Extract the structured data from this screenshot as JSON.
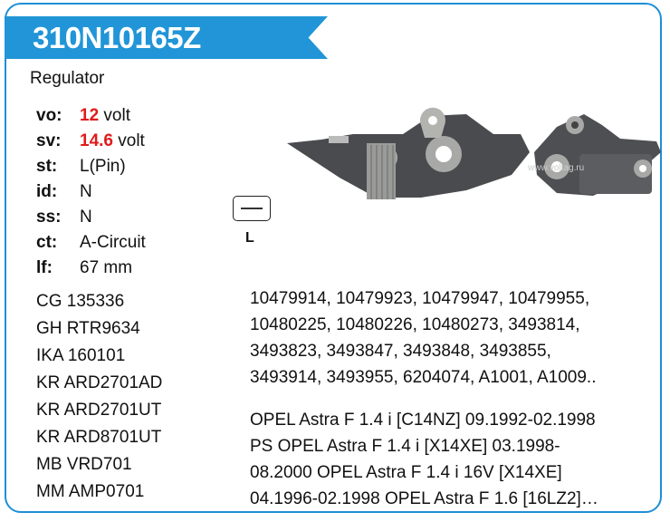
{
  "title": "310N10165Z",
  "type": "Regulator",
  "specs": [
    {
      "k": "vo:",
      "v": "12",
      "u": " volt",
      "hl": true
    },
    {
      "k": "sv:",
      "v": "14.6",
      "u": " volt",
      "hl": true
    },
    {
      "k": "st:",
      "v": "L(Pin)",
      "u": ""
    },
    {
      "k": "id:",
      "v": "N",
      "u": ""
    },
    {
      "k": "ss:",
      "v": "N",
      "u": ""
    },
    {
      "k": "ct:",
      "v": "A-Circuit",
      "u": ""
    },
    {
      "k": "lf:",
      "v": "67 mm",
      "u": ""
    }
  ],
  "pin_label": "L",
  "watermark": "www.voltag.ru",
  "cross_refs": [
    "CG 135336",
    "GH RTR9634",
    "IKA 160101",
    "KR ARD2701AD",
    "KR ARD2701UT",
    "KR ARD8701UT",
    "MB VRD701",
    "MM AMP0701"
  ],
  "oe_lines": [
    "10479914, 10479923, 10479947, 10479955,",
    "10480225, 10480226, 10480273, 3493814,",
    "3493823, 3493847, 3493848, 3493855,",
    "3493914, 3493955, 6204074, A1001, A1009.."
  ],
  "app_lines": [
    "OPEL Astra F 1.4 i [C14NZ] 09.1992-02.1998",
    "PS OPEL Astra F 1.4 i [X14XE] 03.1998-",
    "08.2000 OPEL Astra F 1.4 i 16V [X14XE]",
    "04.1996-02.1998 OPEL Astra F 1.6 [16LZ2]…"
  ]
}
